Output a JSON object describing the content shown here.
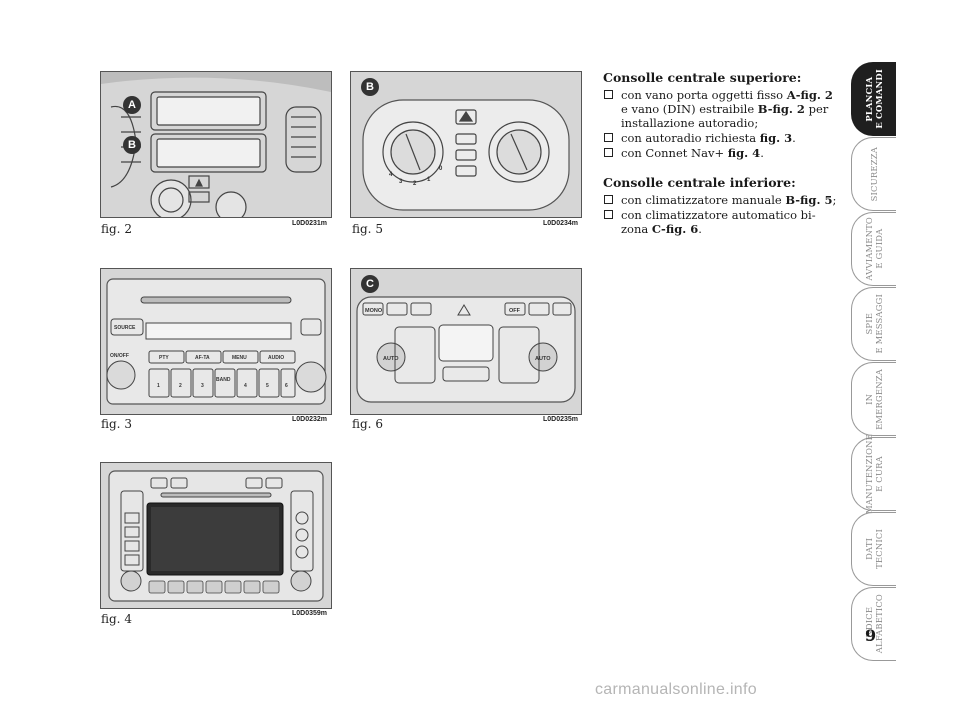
{
  "figures": {
    "fig2": {
      "caption": "fig. 2",
      "code": "L0D0231m",
      "labels": [
        "A",
        "B"
      ]
    },
    "fig3": {
      "caption": "fig. 3",
      "code": "L0D0232m",
      "buttons": [
        "SOURCE",
        "PTY",
        "AF-TA",
        "MENU",
        "AUDIO",
        "BAND",
        "ON/OFF"
      ],
      "presets": [
        "1",
        "2",
        "3",
        "4",
        "5",
        "6"
      ]
    },
    "fig4": {
      "caption": "fig. 4",
      "code": "L0D0359m"
    },
    "fig5": {
      "caption": "fig. 5",
      "code": "L0D0234m",
      "label": "B",
      "dial_numbers": [
        "4",
        "3",
        "2",
        "1",
        "0"
      ]
    },
    "fig6": {
      "caption": "fig. 6",
      "code": "L0D0235m",
      "label": "C",
      "mono_label": "MONO",
      "off_label": "OFF",
      "auto_label": "AUTO"
    }
  },
  "content": {
    "upper_title": "Consolle centrale superiore:",
    "upper_items": [
      {
        "pre": "con vano porta oggetti fisso ",
        "b1": "A-fig. 2",
        "mid": " e vano (DIN) estraibile ",
        "b2": "B-fig. 2",
        "post": " per installazione autoradio;"
      },
      {
        "pre": "con autoradio richiesta ",
        "b1": "fig. 3",
        "post": "."
      },
      {
        "pre": "con Connet Nav+ ",
        "b1": "fig. 4",
        "post": "."
      }
    ],
    "lower_title": "Consolle centrale inferiore:",
    "lower_items": [
      {
        "pre": "con climatizzatore manuale ",
        "b1": "B-fig. 5",
        "post": ";"
      },
      {
        "pre": "con climatizzatore automatico bi-zona ",
        "b1": "C-fig. 6",
        "post": "."
      }
    ]
  },
  "sidebar": {
    "tabs": [
      {
        "l1": "PLANCIA",
        "l2": "E COMANDI",
        "active": true
      },
      {
        "l1": "SICUREZZA",
        "l2": "",
        "active": false
      },
      {
        "l1": "AVVIAMENTO",
        "l2": "E GUIDA",
        "active": false
      },
      {
        "l1": "SPIE",
        "l2": "E MESSAGGI",
        "active": false
      },
      {
        "l1": "IN",
        "l2": "EMERGENZA",
        "active": false
      },
      {
        "l1": "MANUTENZIONE",
        "l2": "E CURA",
        "active": false
      },
      {
        "l1": "DATI",
        "l2": "TECNICI",
        "active": false
      },
      {
        "l1": "INDICE",
        "l2": "ALFABETICO",
        "active": false
      }
    ]
  },
  "page_number": "9",
  "footer": "carmanualsonline.info"
}
